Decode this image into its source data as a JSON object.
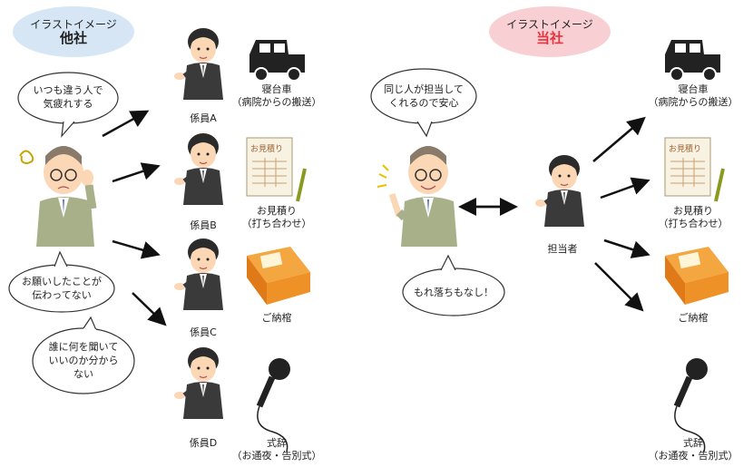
{
  "left_panel": {
    "header_line1": "イラストイメージ",
    "header_line2": "他社",
    "header_color": "#d6e6f5",
    "bubble_top": "いつも違う人で\n気疲れする",
    "bubble_mid": "お願いしたことが\n伝わってない",
    "bubble_bottom": "誰に何を聞いて\nいいのか分から\nない",
    "staff": [
      "係員A",
      "係員B",
      "係員C",
      "係員D"
    ],
    "items": [
      {
        "label": "寝台車\n（病院からの搬送）",
        "icon": "car-icon"
      },
      {
        "label": "お見積り\n（打ち合わせ）",
        "icon": "estimate-document-icon"
      },
      {
        "label": "ご納棺",
        "icon": "coffin-icon"
      },
      {
        "label": "式辞\n（お通夜・告別式）",
        "icon": "microphone-icon"
      }
    ]
  },
  "right_panel": {
    "header_line1": "イラストイメージ",
    "header_line2": "当社",
    "header_color": "#f8d0d4",
    "header_accent": "#e8323c",
    "bubble_top": "同じ人が担当して\nくれるので安心",
    "bubble_bottom": "もれ落ちもなし！",
    "staff_label": "担当者",
    "items": [
      {
        "label": "寝台車\n（病院からの搬送）",
        "icon": "car-icon"
      },
      {
        "label": "お見積り\n（打ち合わせ）",
        "icon": "estimate-document-icon"
      },
      {
        "label": "ご納棺",
        "icon": "coffin-icon"
      },
      {
        "label": "式辞\n（お通夜・告別式）",
        "icon": "microphone-icon"
      }
    ]
  },
  "estimate_doc_title": "お見積り"
}
